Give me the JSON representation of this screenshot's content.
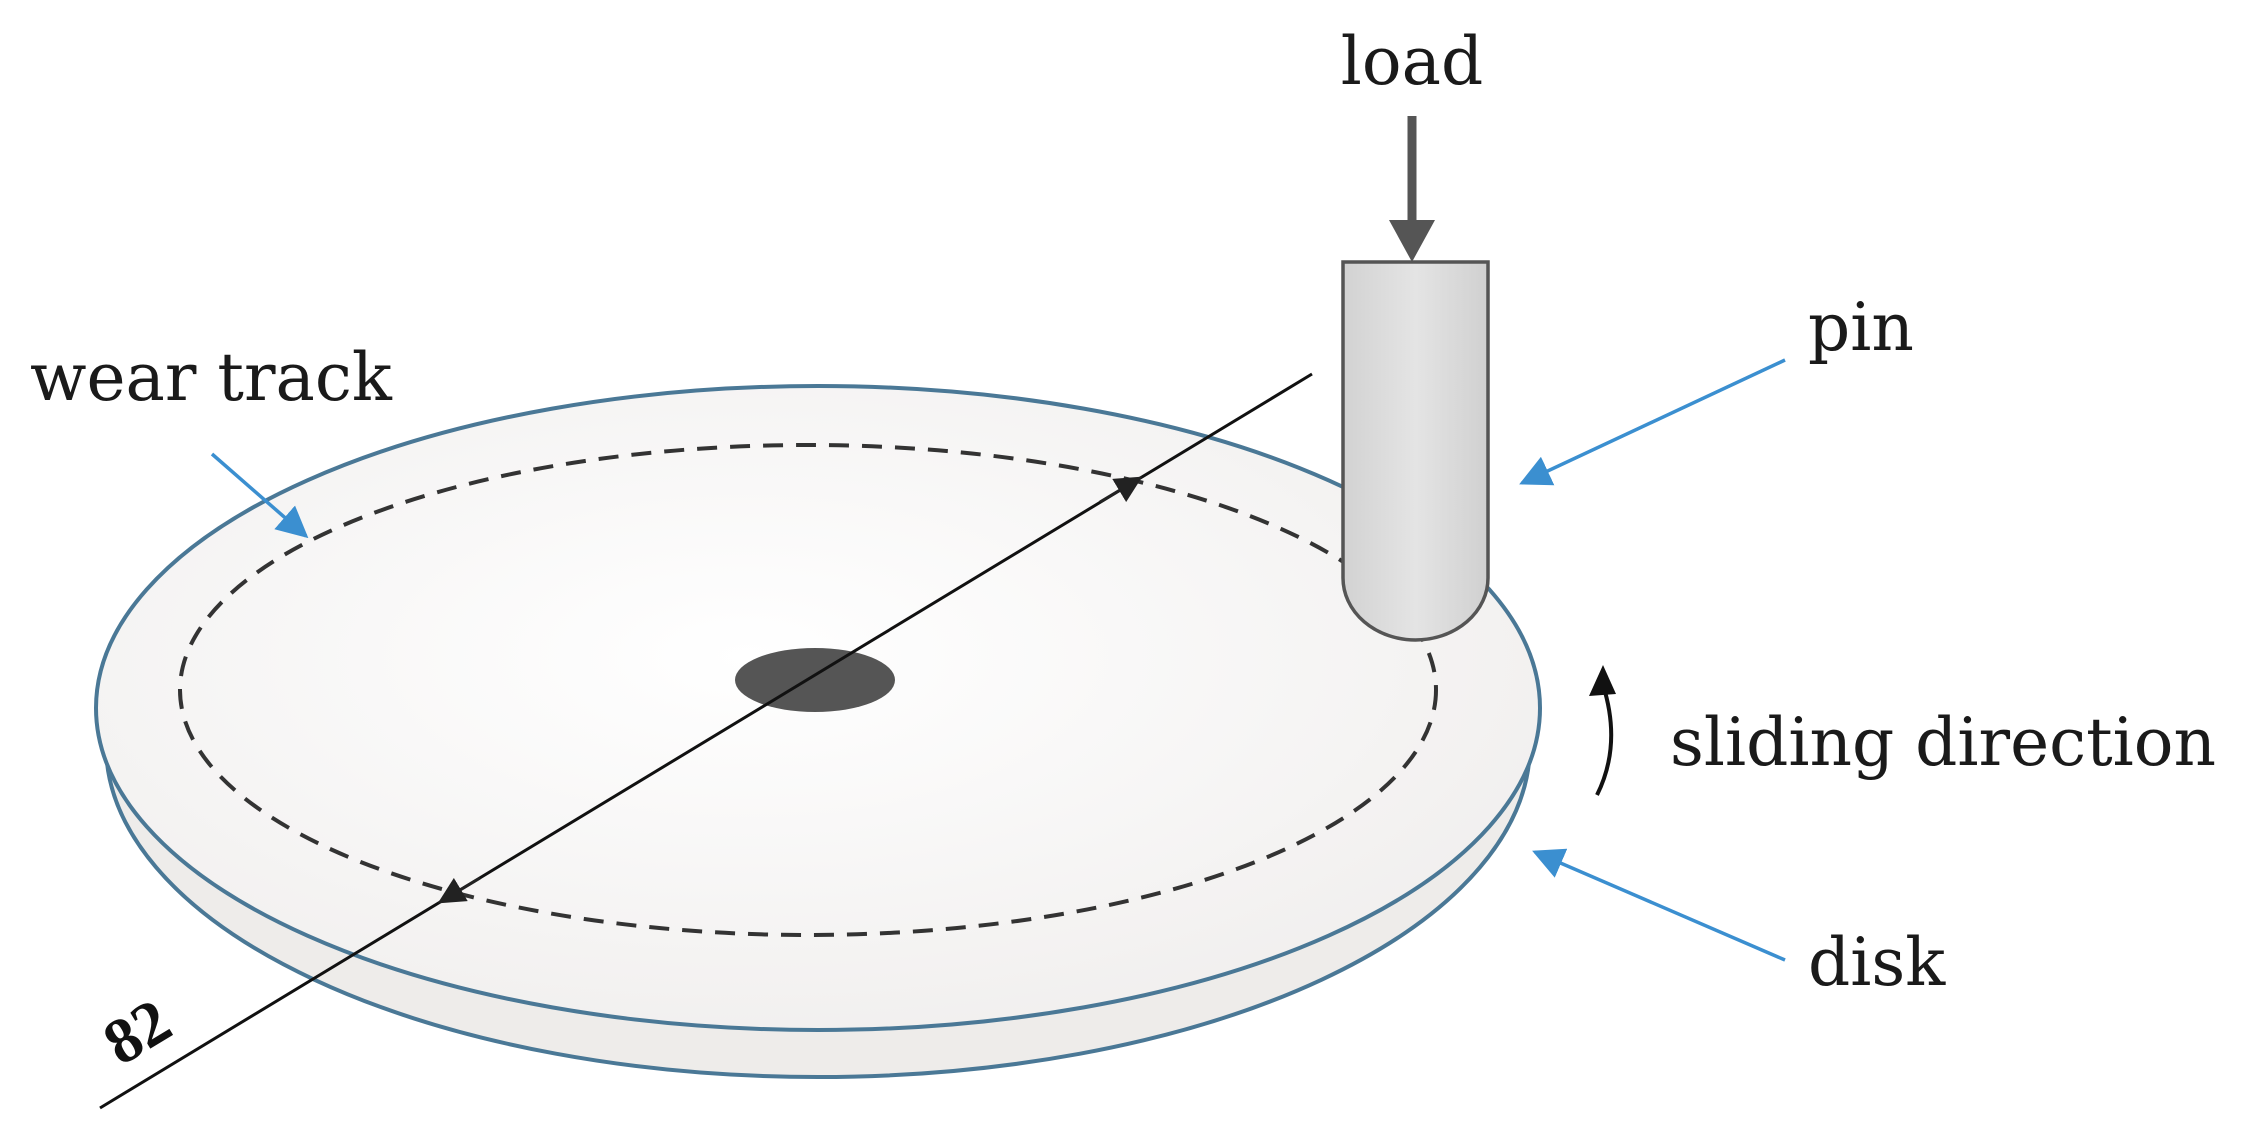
{
  "labels": {
    "load": "load",
    "pin": "pin",
    "wear_track": "wear track",
    "sliding_direction": "sliding direction",
    "disk": "disk",
    "diameter": "82"
  },
  "colors": {
    "disk_edge": "#4a7896",
    "disk_fill": "#f4f2f1",
    "pin_fill": "#dcdcdc",
    "pin_stroke": "#555555",
    "hub": "#555555",
    "pointer_arrow": "#3b8fd0",
    "load_arrow": "#555555",
    "text": "#1a1a1a"
  }
}
